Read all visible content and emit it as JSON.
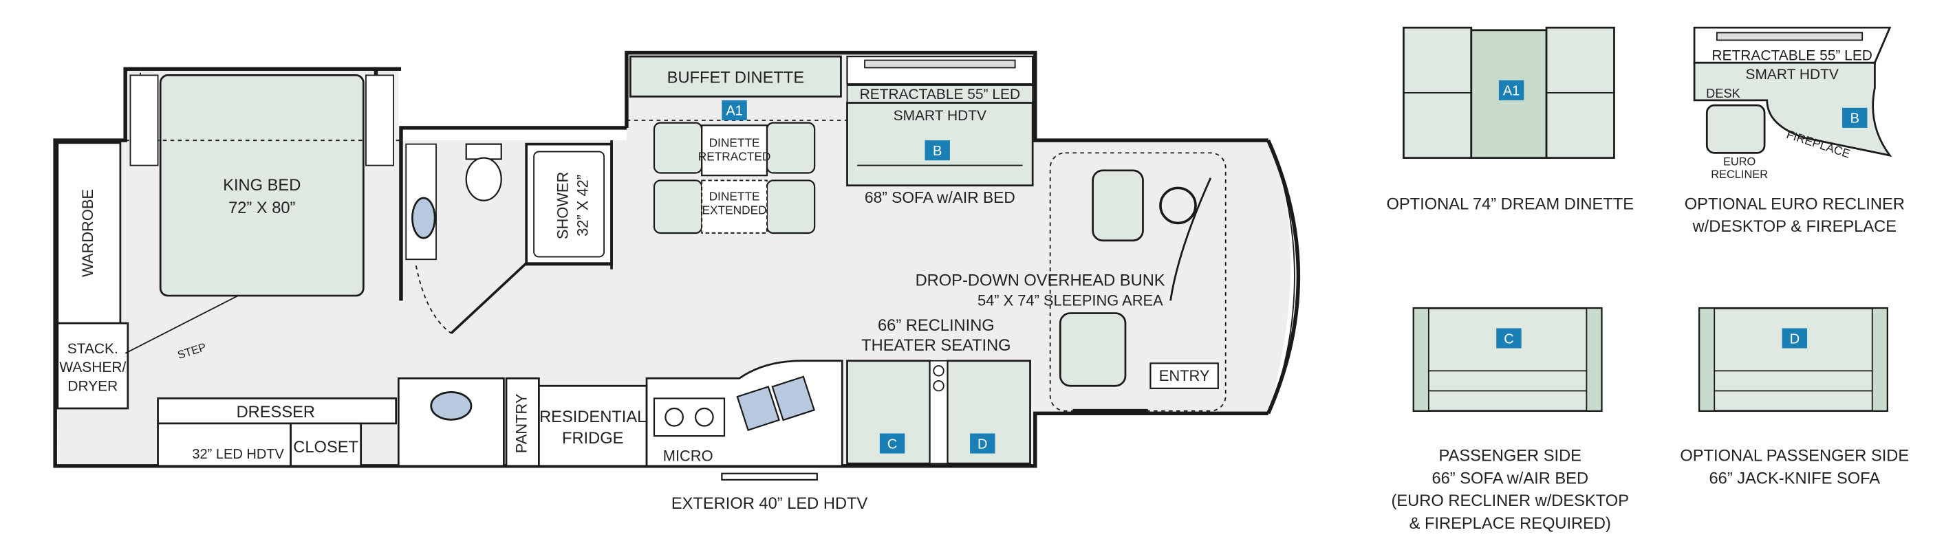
{
  "colors": {
    "fill": "#dfe9e1",
    "fill_dark": "#c9dbcc",
    "floor": "#eeeeee",
    "wall": "#1a1a1a",
    "badge": "#1a7fb5",
    "text": "#222222"
  },
  "floorplan": {
    "labels": {
      "buffet_dinette": "BUFFET DINETTE",
      "retractable_tv": "RETRACTABLE 55” LED",
      "smart_hdtv": "SMART HDTV",
      "dinette_retracted_1": "DINETTE",
      "dinette_retracted_2": "RETRACTED",
      "dinette_extended_1": "DINETTE",
      "dinette_extended_2": "EXTENDED",
      "sofa": "68” SOFA w/AIR BED",
      "king_bed_1": "KING BED",
      "king_bed_2": "72” X 80”",
      "wardrobe": "WARDROBE",
      "shower_1": "SHOWER",
      "shower_2": "32” X 42”",
      "bunk_1": "DROP-DOWN OVERHEAD BUNK",
      "bunk_2": "54” X 74” SLEEPING AREA",
      "theater_1": "66” RECLINING",
      "theater_2": "THEATER SEATING",
      "stack_1": "STACK.",
      "stack_2": "WASHER/",
      "stack_3": "DRYER",
      "step": "STEP",
      "dresser": "DRESSER",
      "led_hdtv_32": "32” LED HDTV",
      "closet": "CLOSET",
      "pantry": "PANTRY",
      "fridge_1": "RESIDENTIAL",
      "fridge_2": "FRIDGE",
      "micro": "MICRO",
      "entry": "ENTRY",
      "exterior_tv": "EXTERIOR 40” LED HDTV"
    },
    "badges": {
      "a1": "A1",
      "b": "B",
      "c": "C",
      "d": "D"
    }
  },
  "options": {
    "a1": {
      "badge": "A1",
      "caption": [
        "OPTIONAL 74” DREAM DINETTE"
      ]
    },
    "b": {
      "badge": "B",
      "tv_1": "RETRACTABLE 55” LED",
      "tv_2": "SMART HDTV",
      "desk": "DESK",
      "recliner_1": "EURO",
      "recliner_2": "RECLINER",
      "fireplace": "FIREPLACE",
      "caption": [
        "OPTIONAL EURO RECLINER",
        "w/DESKTOP & FIREPLACE"
      ]
    },
    "c": {
      "badge": "C",
      "caption": [
        "PASSENGER SIDE",
        "66” SOFA w/AIR BED",
        "(EURO RECLINER w/DESKTOP",
        "& FIREPLACE REQUIRED)"
      ]
    },
    "d": {
      "badge": "D",
      "caption": [
        "OPTIONAL PASSENGER SIDE",
        "66” JACK-KNIFE SOFA"
      ]
    }
  }
}
